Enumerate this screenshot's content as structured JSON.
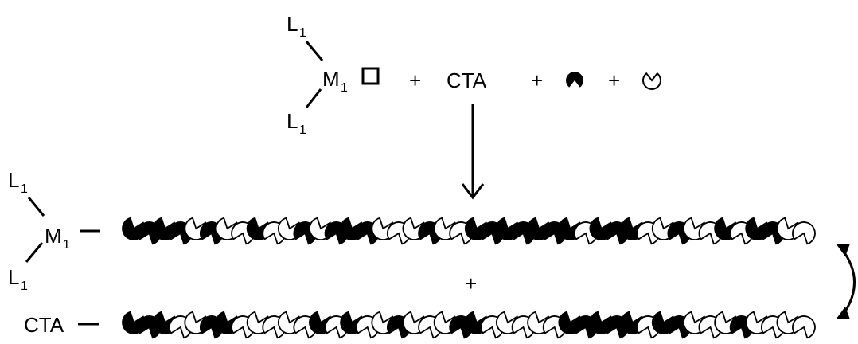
{
  "ligand": {
    "symbol": "L",
    "subscript": "1"
  },
  "metal": {
    "symbol": "M",
    "subscript": "1"
  },
  "plus": "+",
  "cta": "CTA",
  "vacant_site_icon": "open-square-icon",
  "monomer_a_icon": "filled-pacman-monomer-icon",
  "monomer_b_icon": "open-pacman-monomer-icon",
  "arrow_icon": "down-arrow-icon",
  "exchange_icon": "curved-double-arrow-icon",
  "chains": {
    "chain_1_sequence": "AAAABABBABBABAAABBBABBAAAAAAABAAABBABBABAABB",
    "chain_2_sequence": "AAABBAABBBBBABABBABBBAABBBBBAAAAABAABBBABBBB"
  },
  "colors": {
    "ink": "#000000",
    "background": "#ffffff"
  }
}
